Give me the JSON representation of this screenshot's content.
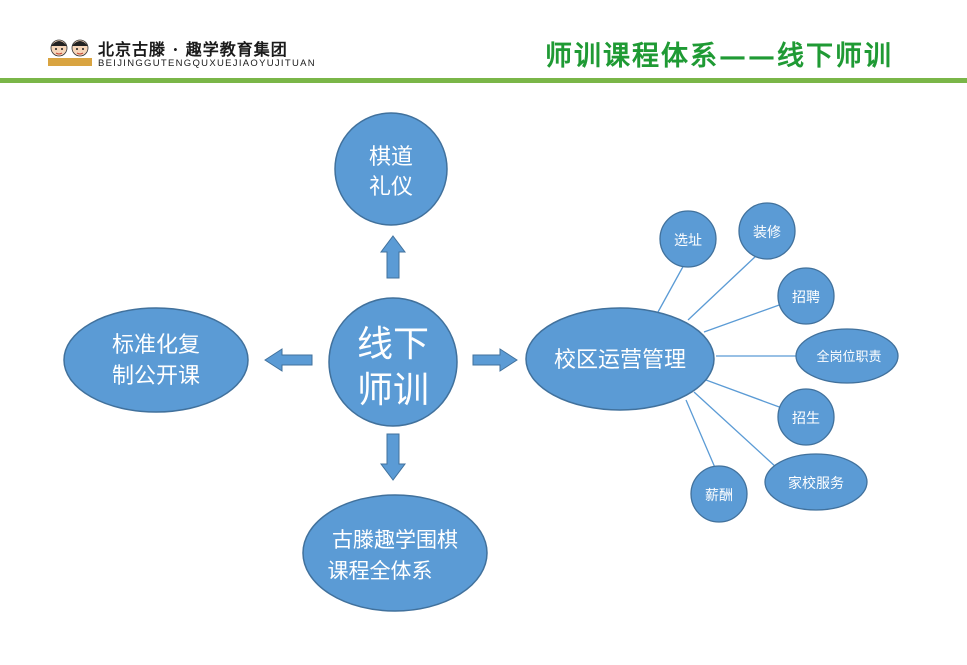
{
  "header": {
    "logo_cn": "北京古滕 · 趣学教育集团",
    "logo_en": "BEIJINGGUTENGQUXUEJIAOYUJITUAN",
    "title": "师训课程体系——线下师训"
  },
  "colors": {
    "node_fill": "#5b9bd5",
    "node_stroke": "#41719c",
    "title_green": "#1f9a34",
    "header_line": "#7ab648"
  },
  "diagram": {
    "center": {
      "line1": "线下",
      "line2": "师训"
    },
    "top": {
      "line1": "棋道",
      "line2": "礼仪"
    },
    "left": {
      "line1": "标准化复",
      "line2": "制公开课"
    },
    "bottom": {
      "line1": "古滕趣学围棋",
      "line2": "课程全体系"
    },
    "right": {
      "label": "校区运营管理"
    },
    "branches": [
      {
        "label": "选址"
      },
      {
        "label": "装修"
      },
      {
        "label": "招聘"
      },
      {
        "label": "全岗位职责"
      },
      {
        "label": "招生"
      },
      {
        "label": "家校服务"
      },
      {
        "label": "薪酬"
      }
    ]
  }
}
